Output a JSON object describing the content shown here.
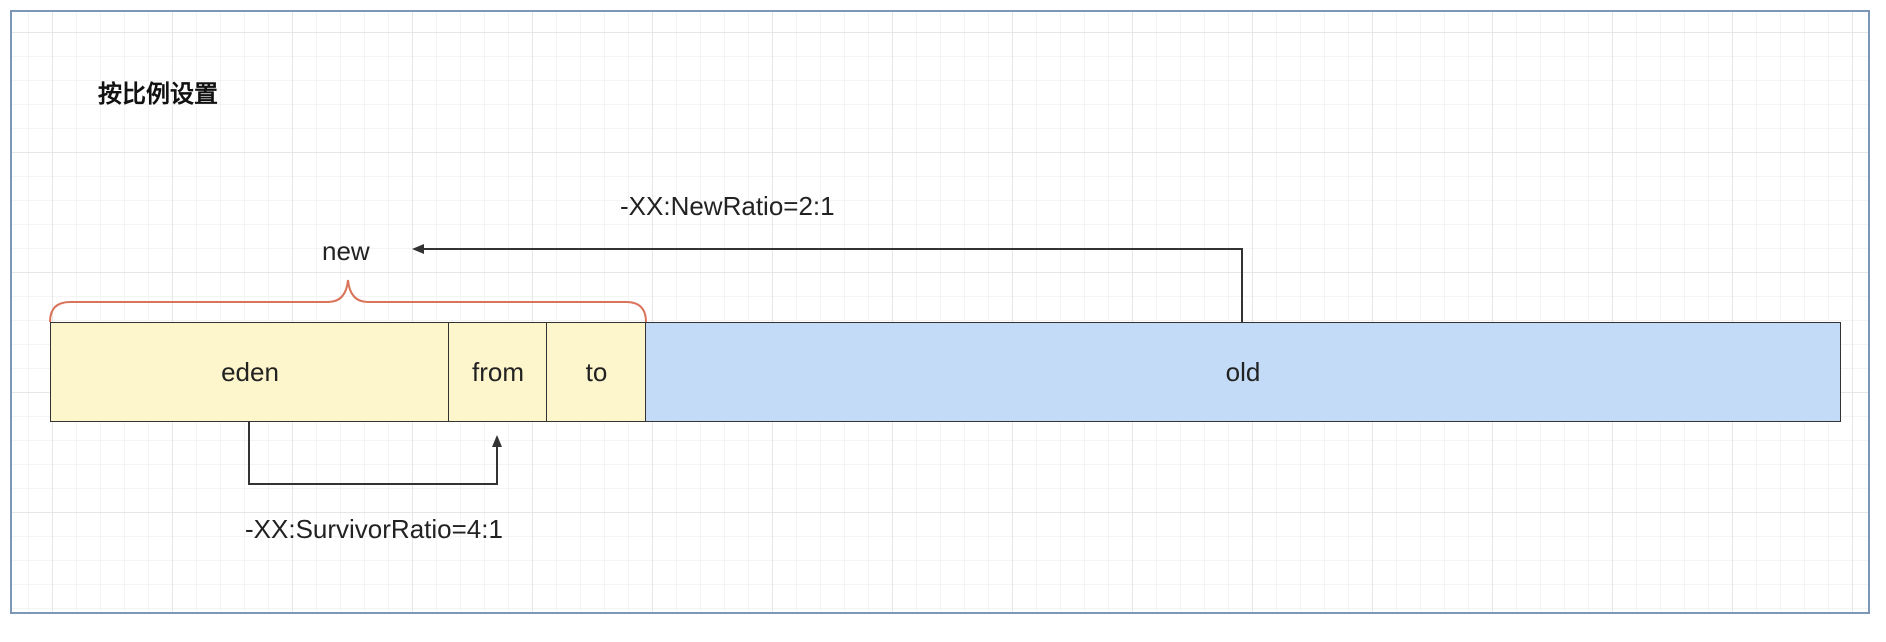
{
  "title": "按比例设置",
  "blocks": {
    "eden": "eden",
    "from": "from",
    "to": "to",
    "old": "old"
  },
  "labels": {
    "new": "new",
    "new_ratio": "-XX:NewRatio=2:1",
    "survivor_ratio": "-XX:SurvivorRatio=4:1"
  },
  "colors": {
    "young_fill": "#fdf5cb",
    "old_fill": "#c3dbf6",
    "brace": "#d9735a",
    "grid": "#e6e6e6",
    "frame": "#7c97b8"
  }
}
